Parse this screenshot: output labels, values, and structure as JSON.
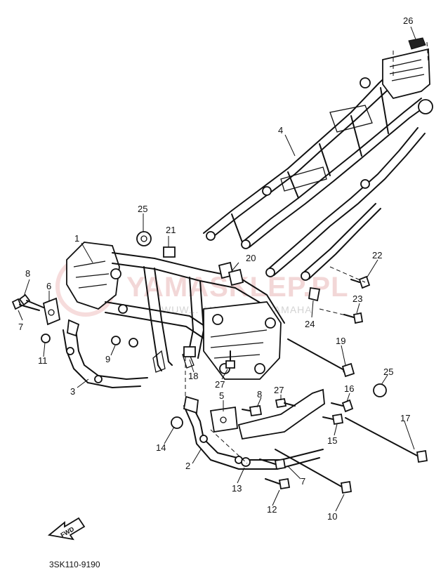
{
  "diagram": {
    "part_numbers": [
      "1",
      "2",
      "3",
      "4",
      "5",
      "6",
      "7",
      "8",
      "9",
      "10",
      "11",
      "12",
      "13",
      "14",
      "15",
      "16",
      "17",
      "18",
      "19",
      "20",
      "21",
      "22",
      "23",
      "24",
      "25",
      "26",
      "27"
    ],
    "code": "3SK110-9190",
    "fwd_label": "FWD",
    "watermark": {
      "brand": "YAMASKLEP.PL",
      "tagline": "WUW... AN DEALER YAMAHA"
    }
  }
}
